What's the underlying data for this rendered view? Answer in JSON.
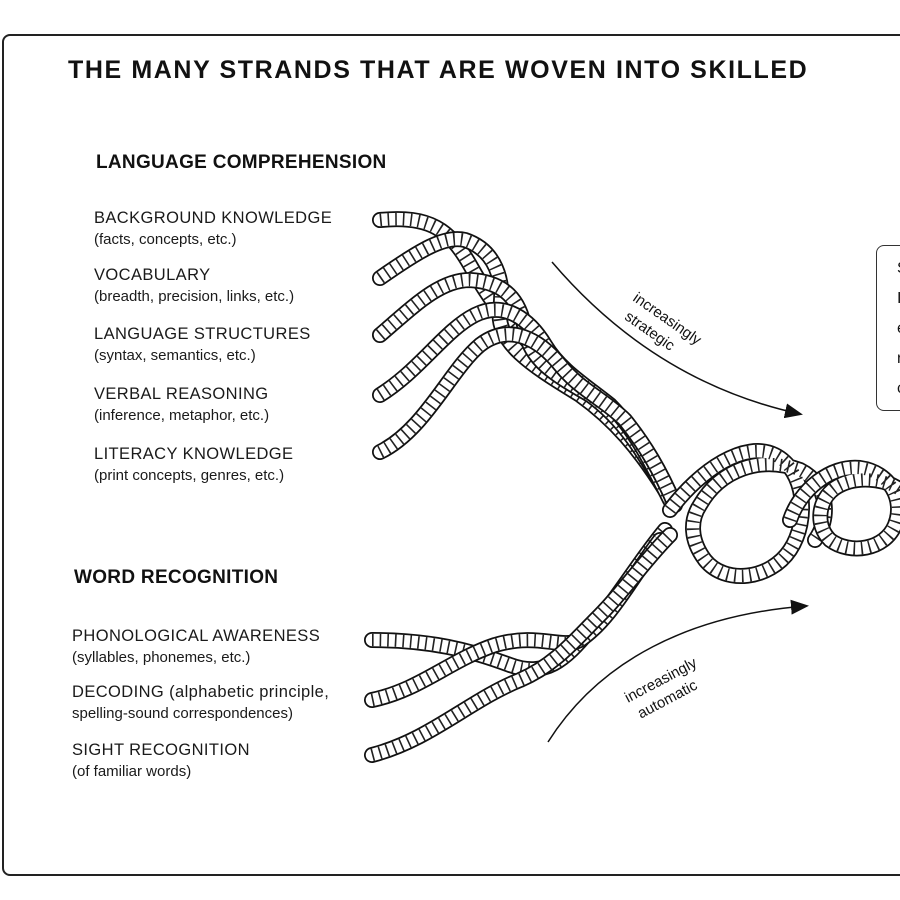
{
  "title": "THE MANY STRANDS THAT ARE WOVEN INTO SKILLED",
  "language_comprehension": {
    "heading": "LANGUAGE COMPREHENSION",
    "strands": [
      {
        "name": "BACKGROUND KNOWLEDGE",
        "desc": "(facts, concepts, etc.)"
      },
      {
        "name": "VOCABULARY",
        "desc": "(breadth, precision, links, etc.)"
      },
      {
        "name": "LANGUAGE STRUCTURES",
        "desc": "(syntax, semantics, etc.)"
      },
      {
        "name": "VERBAL REASONING",
        "desc": "(inference, metaphor, etc.)"
      },
      {
        "name": "LITERACY KNOWLEDGE",
        "desc": "(print concepts, genres, etc.)"
      }
    ]
  },
  "word_recognition": {
    "heading": "WORD RECOGNITION",
    "strands": [
      {
        "name": "PHONOLOGICAL AWARENESS",
        "desc": "(syllables, phonemes, etc.)"
      },
      {
        "name": "DECODING (alphabetic principle,",
        "desc": "spelling-sound correspondences)"
      },
      {
        "name": "SIGHT RECOGNITION",
        "desc": "(of familiar words)"
      }
    ]
  },
  "arrows": {
    "strategic": {
      "line1": "increasingly",
      "line2": "strategic"
    },
    "automatic": {
      "line1": "increasingly",
      "line2": "automatic"
    }
  },
  "right_box": {
    "lines": [
      "S",
      "I",
      "e",
      "r",
      "c"
    ]
  }
}
